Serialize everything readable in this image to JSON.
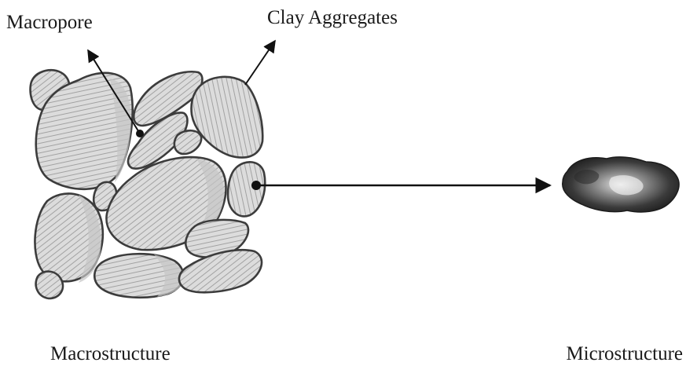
{
  "labels": {
    "macropore": "Macropore",
    "clay_aggregates": "Clay Aggregates",
    "macrostructure": "Macrostructure",
    "microstructure": "Microstructure"
  },
  "colors": {
    "aggregate_fill": "#dcdcdc",
    "aggregate_shadow": "#c4c4c4",
    "hatch": "#9c9c9c",
    "outline": "#3c3c3c",
    "arrow": "#111111"
  }
}
